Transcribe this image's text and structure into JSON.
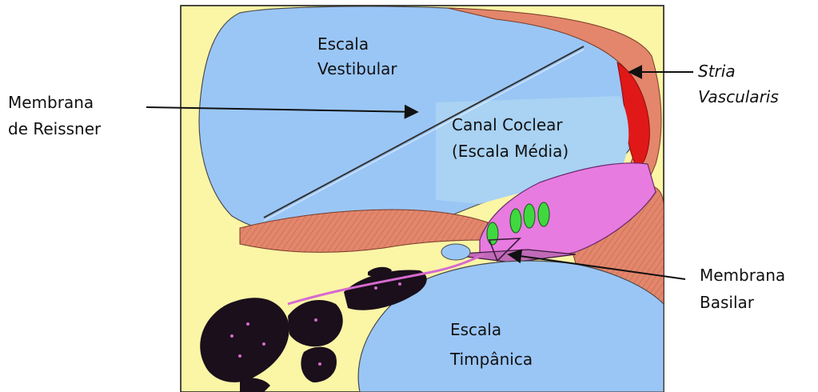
{
  "labels": {
    "escala_vestibular": [
      "Escala",
      "Vestibular"
    ],
    "canal_coclear": [
      "Canal  Coclear",
      "(Escala Média)"
    ],
    "escala_timpanica": [
      "Escala",
      "Timpânica"
    ],
    "membrana_reissner": [
      "Membrana",
      "de Reissner"
    ],
    "stria_vascularis": [
      "Stria",
      "Vascularis"
    ],
    "membrana_basilar": [
      "Membrana",
      "Basilar"
    ]
  },
  "colors": {
    "background_bone": "#FBF5A6",
    "fluid_blue": "#9AC6F6",
    "duct_blue": "#A9D2F3",
    "tissue_salmon": "#E3866B",
    "stria_red": "#E01818",
    "organ_magenta": "#E77BE0",
    "hair_cell_green": "#3FD93F",
    "dark_bone": "#1A0F1A",
    "arrow": "#111111"
  }
}
